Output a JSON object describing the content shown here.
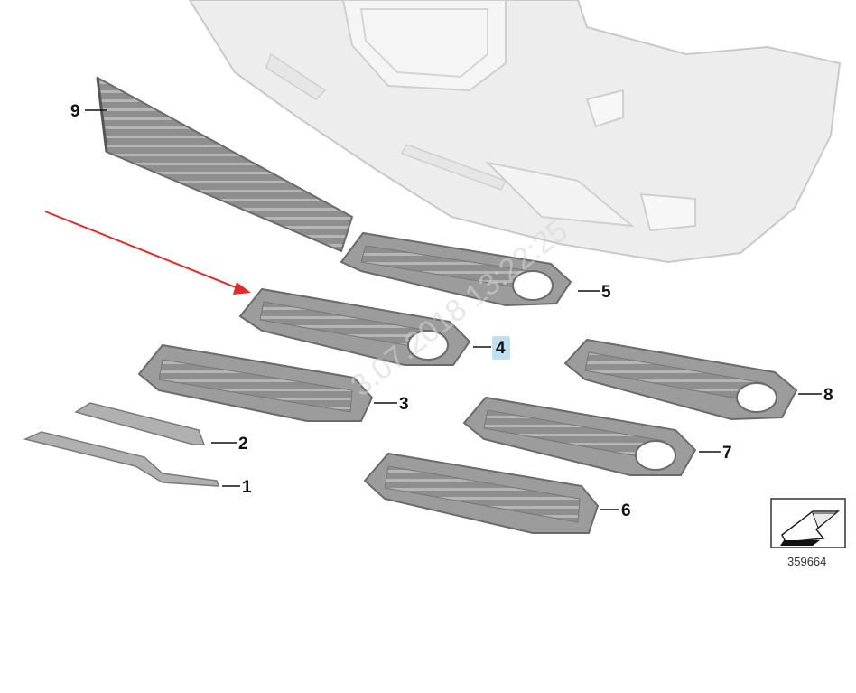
{
  "diagram": {
    "diagram_id": "359664",
    "watermark": "3.07.2018 13:22:25",
    "highlighted_part": "4",
    "colors": {
      "highlight_fill": "#bfe0f0",
      "arrow": "#e32b2b",
      "bumper_fill": "#ececec",
      "part_fill": "#9a9a9a",
      "part_stroke": "#6b6b6b"
    },
    "parts": [
      {
        "number": "1",
        "name": "trim-strip-long"
      },
      {
        "number": "2",
        "name": "trim-strip-short"
      },
      {
        "number": "3",
        "name": "grille-trim"
      },
      {
        "number": "4",
        "name": "grille-trim-fog"
      },
      {
        "number": "5",
        "name": "grille-trim-fog"
      },
      {
        "number": "6",
        "name": "grille-trim"
      },
      {
        "number": "7",
        "name": "grille-trim-fog"
      },
      {
        "number": "8",
        "name": "grille-trim-fog"
      },
      {
        "number": "9",
        "name": "center-grille"
      }
    ]
  }
}
